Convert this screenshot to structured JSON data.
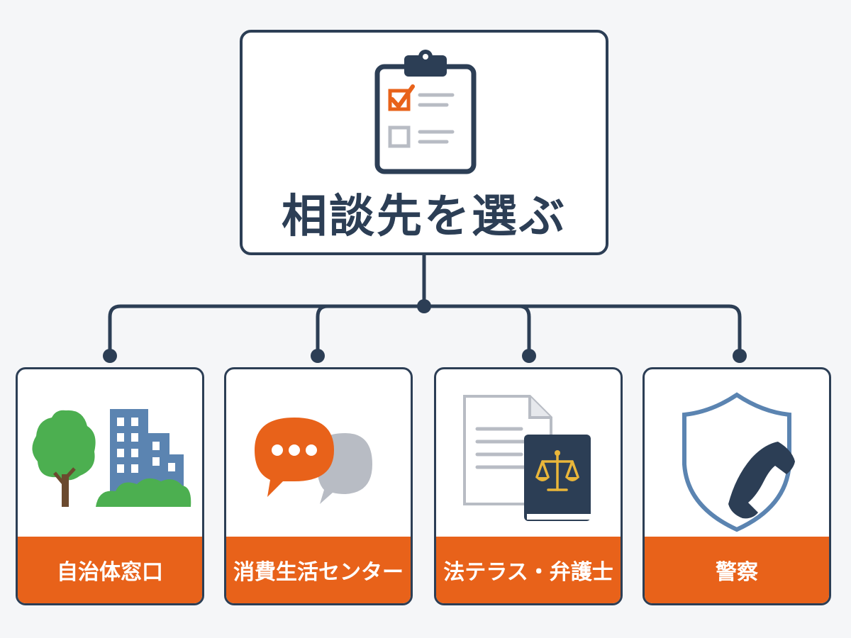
{
  "title": "相談先を選ぶ",
  "icons": {
    "root": "clipboard-checklist-icon",
    "options": [
      "tree-building-icon",
      "speech-bubbles-icon",
      "document-law-book-icon",
      "shield-phone-icon"
    ]
  },
  "options": [
    {
      "label": "自治体窓口"
    },
    {
      "label": "消費生活センター"
    },
    {
      "label": "法テラス・弁護士"
    },
    {
      "label": "警察"
    }
  ],
  "colors": {
    "navy": "#2c3e55",
    "orange": "#e8621a",
    "green": "#4caf50",
    "blue": "#5b84b1",
    "gray": "#b8bcc4",
    "gold": "#e9b63a"
  }
}
